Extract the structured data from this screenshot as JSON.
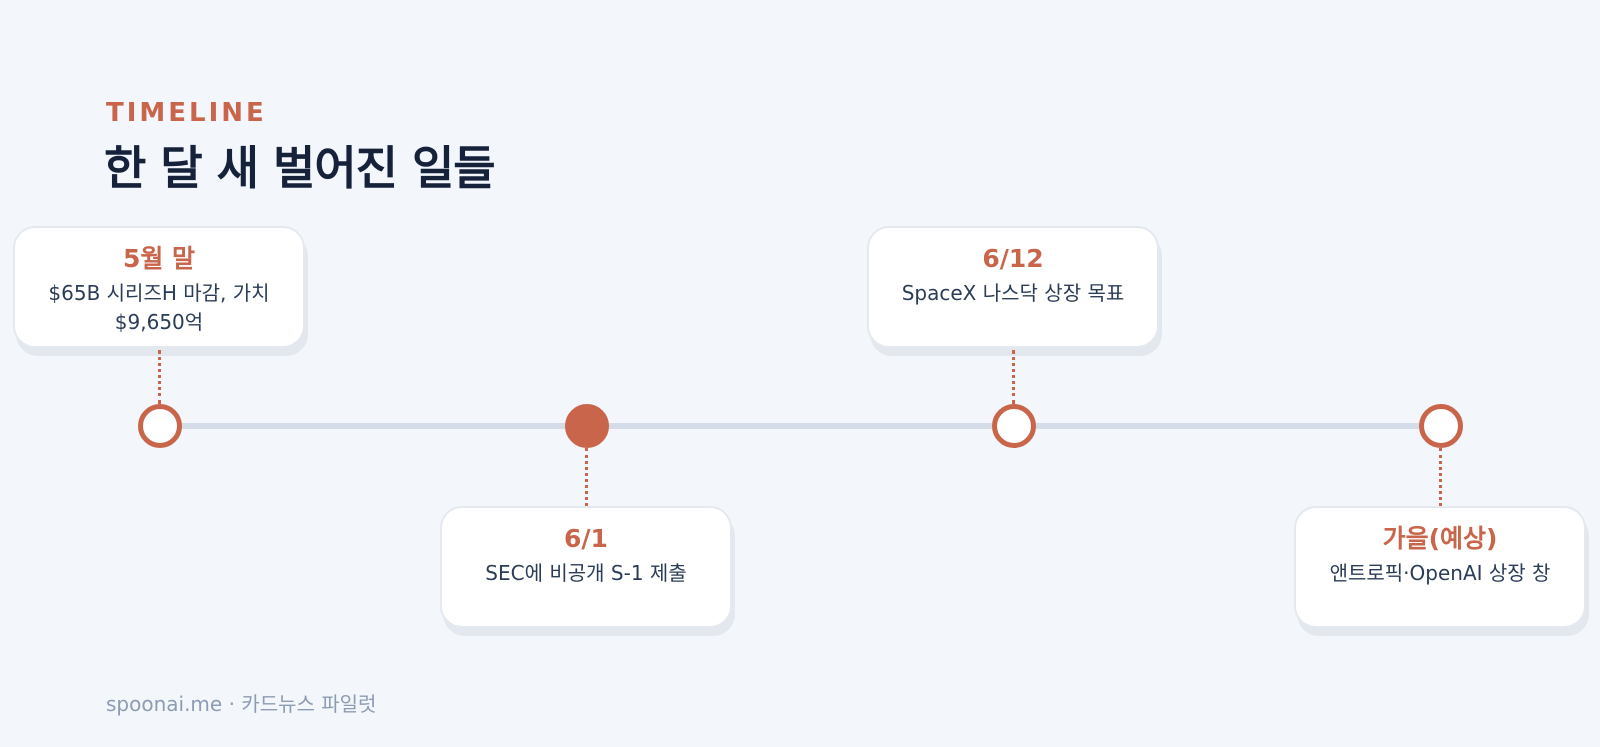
{
  "header": {
    "eyebrow": "TIMELINE",
    "title": "한 달 새 벌어진 일들"
  },
  "events": [
    {
      "date": "5월 말",
      "description": "$65B 시리즈H 마감, 가치 $9,650억",
      "marker": "hollow"
    },
    {
      "date": "6/1",
      "description": "SEC에 비공개 S-1 제출",
      "marker": "filled"
    },
    {
      "date": "6/12",
      "description": "SpaceX 나스닥 상장 목표",
      "marker": "hollow"
    },
    {
      "date": "가을(예상)",
      "description": "앤트로픽·OpenAI 상장 창",
      "marker": "hollow"
    }
  ],
  "footer": {
    "text": "spoonai.me · 카드뉴스 파일럿"
  },
  "colors": {
    "accent": "#c8654a",
    "title": "#16213a",
    "body_text": "#2b3c57",
    "track": "#d3dce7",
    "background": "#f3f6fb"
  }
}
